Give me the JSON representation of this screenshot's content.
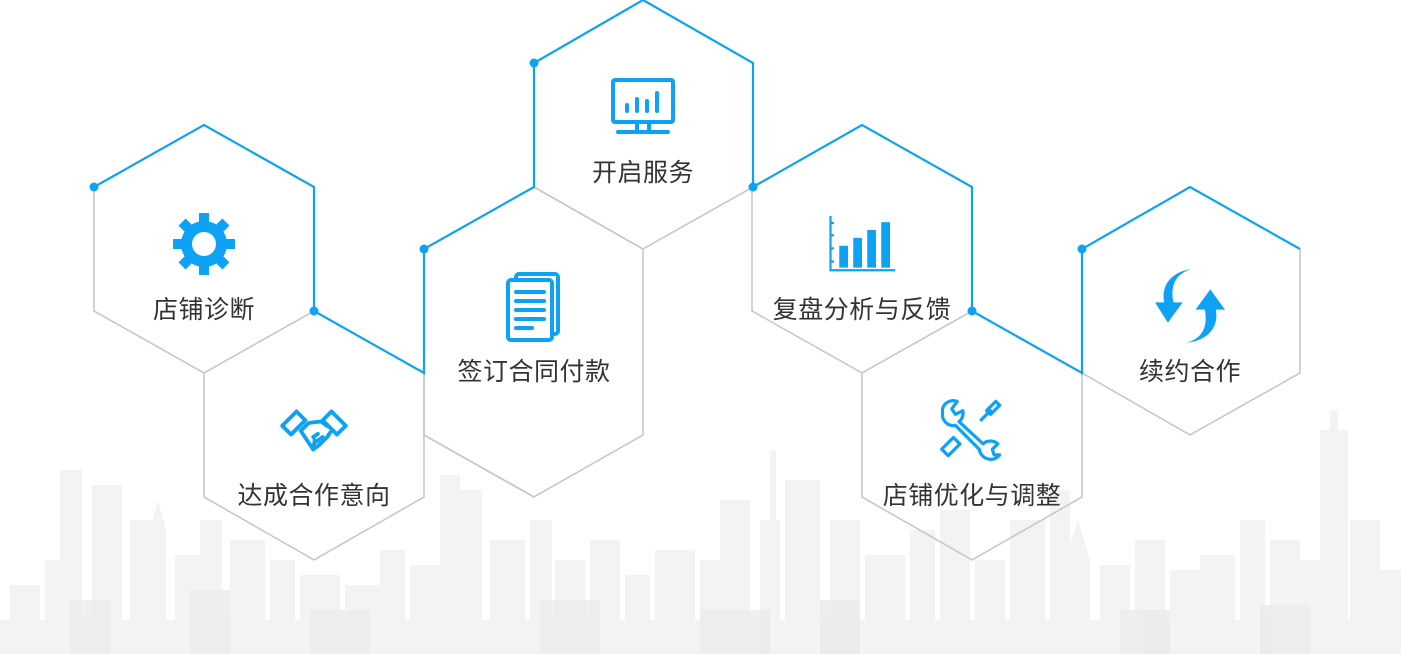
{
  "diagram": {
    "type": "hexagon-process-flow",
    "colors": {
      "accent": "#0ea2f5",
      "inactive_line": "#c8c8c8",
      "label_text": "#333333",
      "skyline": "#eeeeee",
      "background": "#ffffff"
    },
    "steps": [
      {
        "order": 1,
        "label": "店铺诊断",
        "icon": "gear-icon"
      },
      {
        "order": 2,
        "label": "达成合作意向",
        "icon": "handshake-icon"
      },
      {
        "order": 3,
        "label": "签订合同付款",
        "icon": "document-icon"
      },
      {
        "order": 4,
        "label": "开启服务",
        "icon": "monitor-chart-icon"
      },
      {
        "order": 5,
        "label": "复盘分析与反馈",
        "icon": "bar-chart-icon"
      },
      {
        "order": 6,
        "label": "店铺优化与调整",
        "icon": "wrench-screwdriver-icon"
      },
      {
        "order": 7,
        "label": "续约合作",
        "icon": "refresh-arrows-icon"
      }
    ],
    "background_decoration": "city-skyline"
  }
}
